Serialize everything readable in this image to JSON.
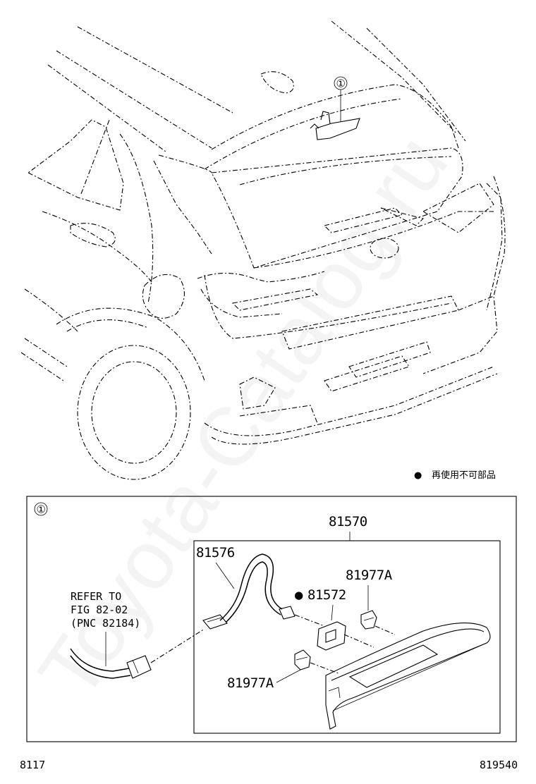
{
  "watermark": "Toyota-Catalog.ru",
  "legend": {
    "symbol": "●",
    "text": "再使用不可部品"
  },
  "detail": {
    "circle_number": "①",
    "callout_number": "①",
    "assembly_part": "81570",
    "parts": {
      "harness": "81576",
      "gasket_bullet": "●",
      "gasket": "81572",
      "clip_upper": "81977A",
      "clip_lower": "81977A"
    },
    "refer_note": [
      "REFER TO",
      "FIG 82-02",
      "(PNC 82184)"
    ]
  },
  "footer": {
    "left_code": "8117",
    "right_code": "819540"
  }
}
